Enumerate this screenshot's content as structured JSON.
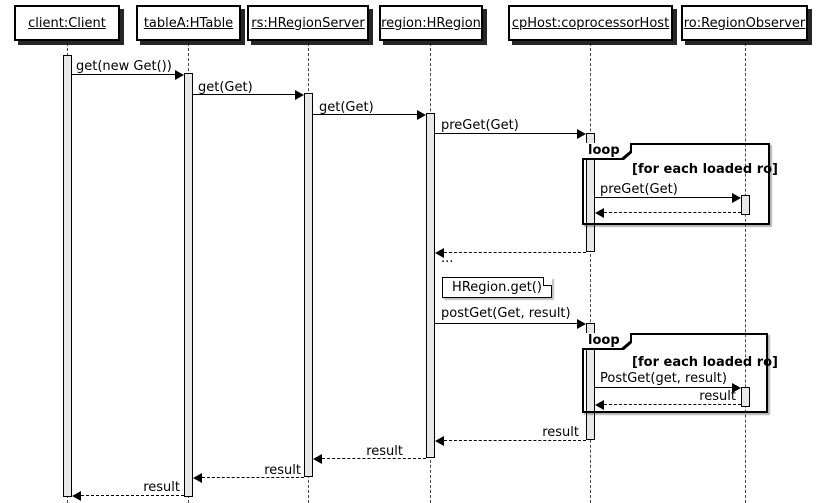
{
  "diagram": {
    "type": "uml-sequence",
    "participants": [
      {
        "id": "client",
        "label": "client:Client"
      },
      {
        "id": "tableA",
        "label": "tableA:HTable"
      },
      {
        "id": "rs",
        "label": "rs:HRegionServer"
      },
      {
        "id": "region",
        "label": "region:HRegion"
      },
      {
        "id": "cpHost",
        "label": "cpHost:coprocessorHost"
      },
      {
        "id": "ro",
        "label": "ro:RegionObserver"
      }
    ],
    "messages": [
      {
        "from": "client",
        "to": "tableA",
        "kind": "call",
        "label": "get(new Get())"
      },
      {
        "from": "tableA",
        "to": "rs",
        "kind": "call",
        "label": "get(Get)"
      },
      {
        "from": "rs",
        "to": "region",
        "kind": "call",
        "label": "get(Get)"
      },
      {
        "from": "region",
        "to": "cpHost",
        "kind": "call",
        "label": "preGet(Get)"
      },
      {
        "from": "cpHost",
        "to": "ro",
        "kind": "call",
        "label": "preGet(Get)"
      },
      {
        "from": "ro",
        "to": "cpHost",
        "kind": "return",
        "label": ""
      },
      {
        "from": "cpHost",
        "to": "region",
        "kind": "return",
        "label": ""
      },
      {
        "from": "region",
        "to": "cpHost",
        "kind": "call",
        "label": "postGet(Get, result)"
      },
      {
        "from": "cpHost",
        "to": "ro",
        "kind": "call",
        "label": "PostGet(get, result)"
      },
      {
        "from": "ro",
        "to": "cpHost",
        "kind": "return",
        "label": "result"
      },
      {
        "from": "cpHost",
        "to": "region",
        "kind": "return",
        "label": "result"
      },
      {
        "from": "region",
        "to": "rs",
        "kind": "return",
        "label": "result"
      },
      {
        "from": "rs",
        "to": "tableA",
        "kind": "return",
        "label": "result"
      },
      {
        "from": "tableA",
        "to": "client",
        "kind": "return",
        "label": "result"
      }
    ],
    "fragments": [
      {
        "operator": "loop",
        "guard": "[for each loaded ro]"
      },
      {
        "operator": "loop",
        "guard": "[for each loaded ro]"
      }
    ],
    "note": "HRegion.get()",
    "ellipsis": "...",
    "colors": {
      "background": "#FFFFFF",
      "line": "#000000",
      "activation_fill": "#E8E8E8",
      "lifeline": "#4A4A4A"
    }
  }
}
